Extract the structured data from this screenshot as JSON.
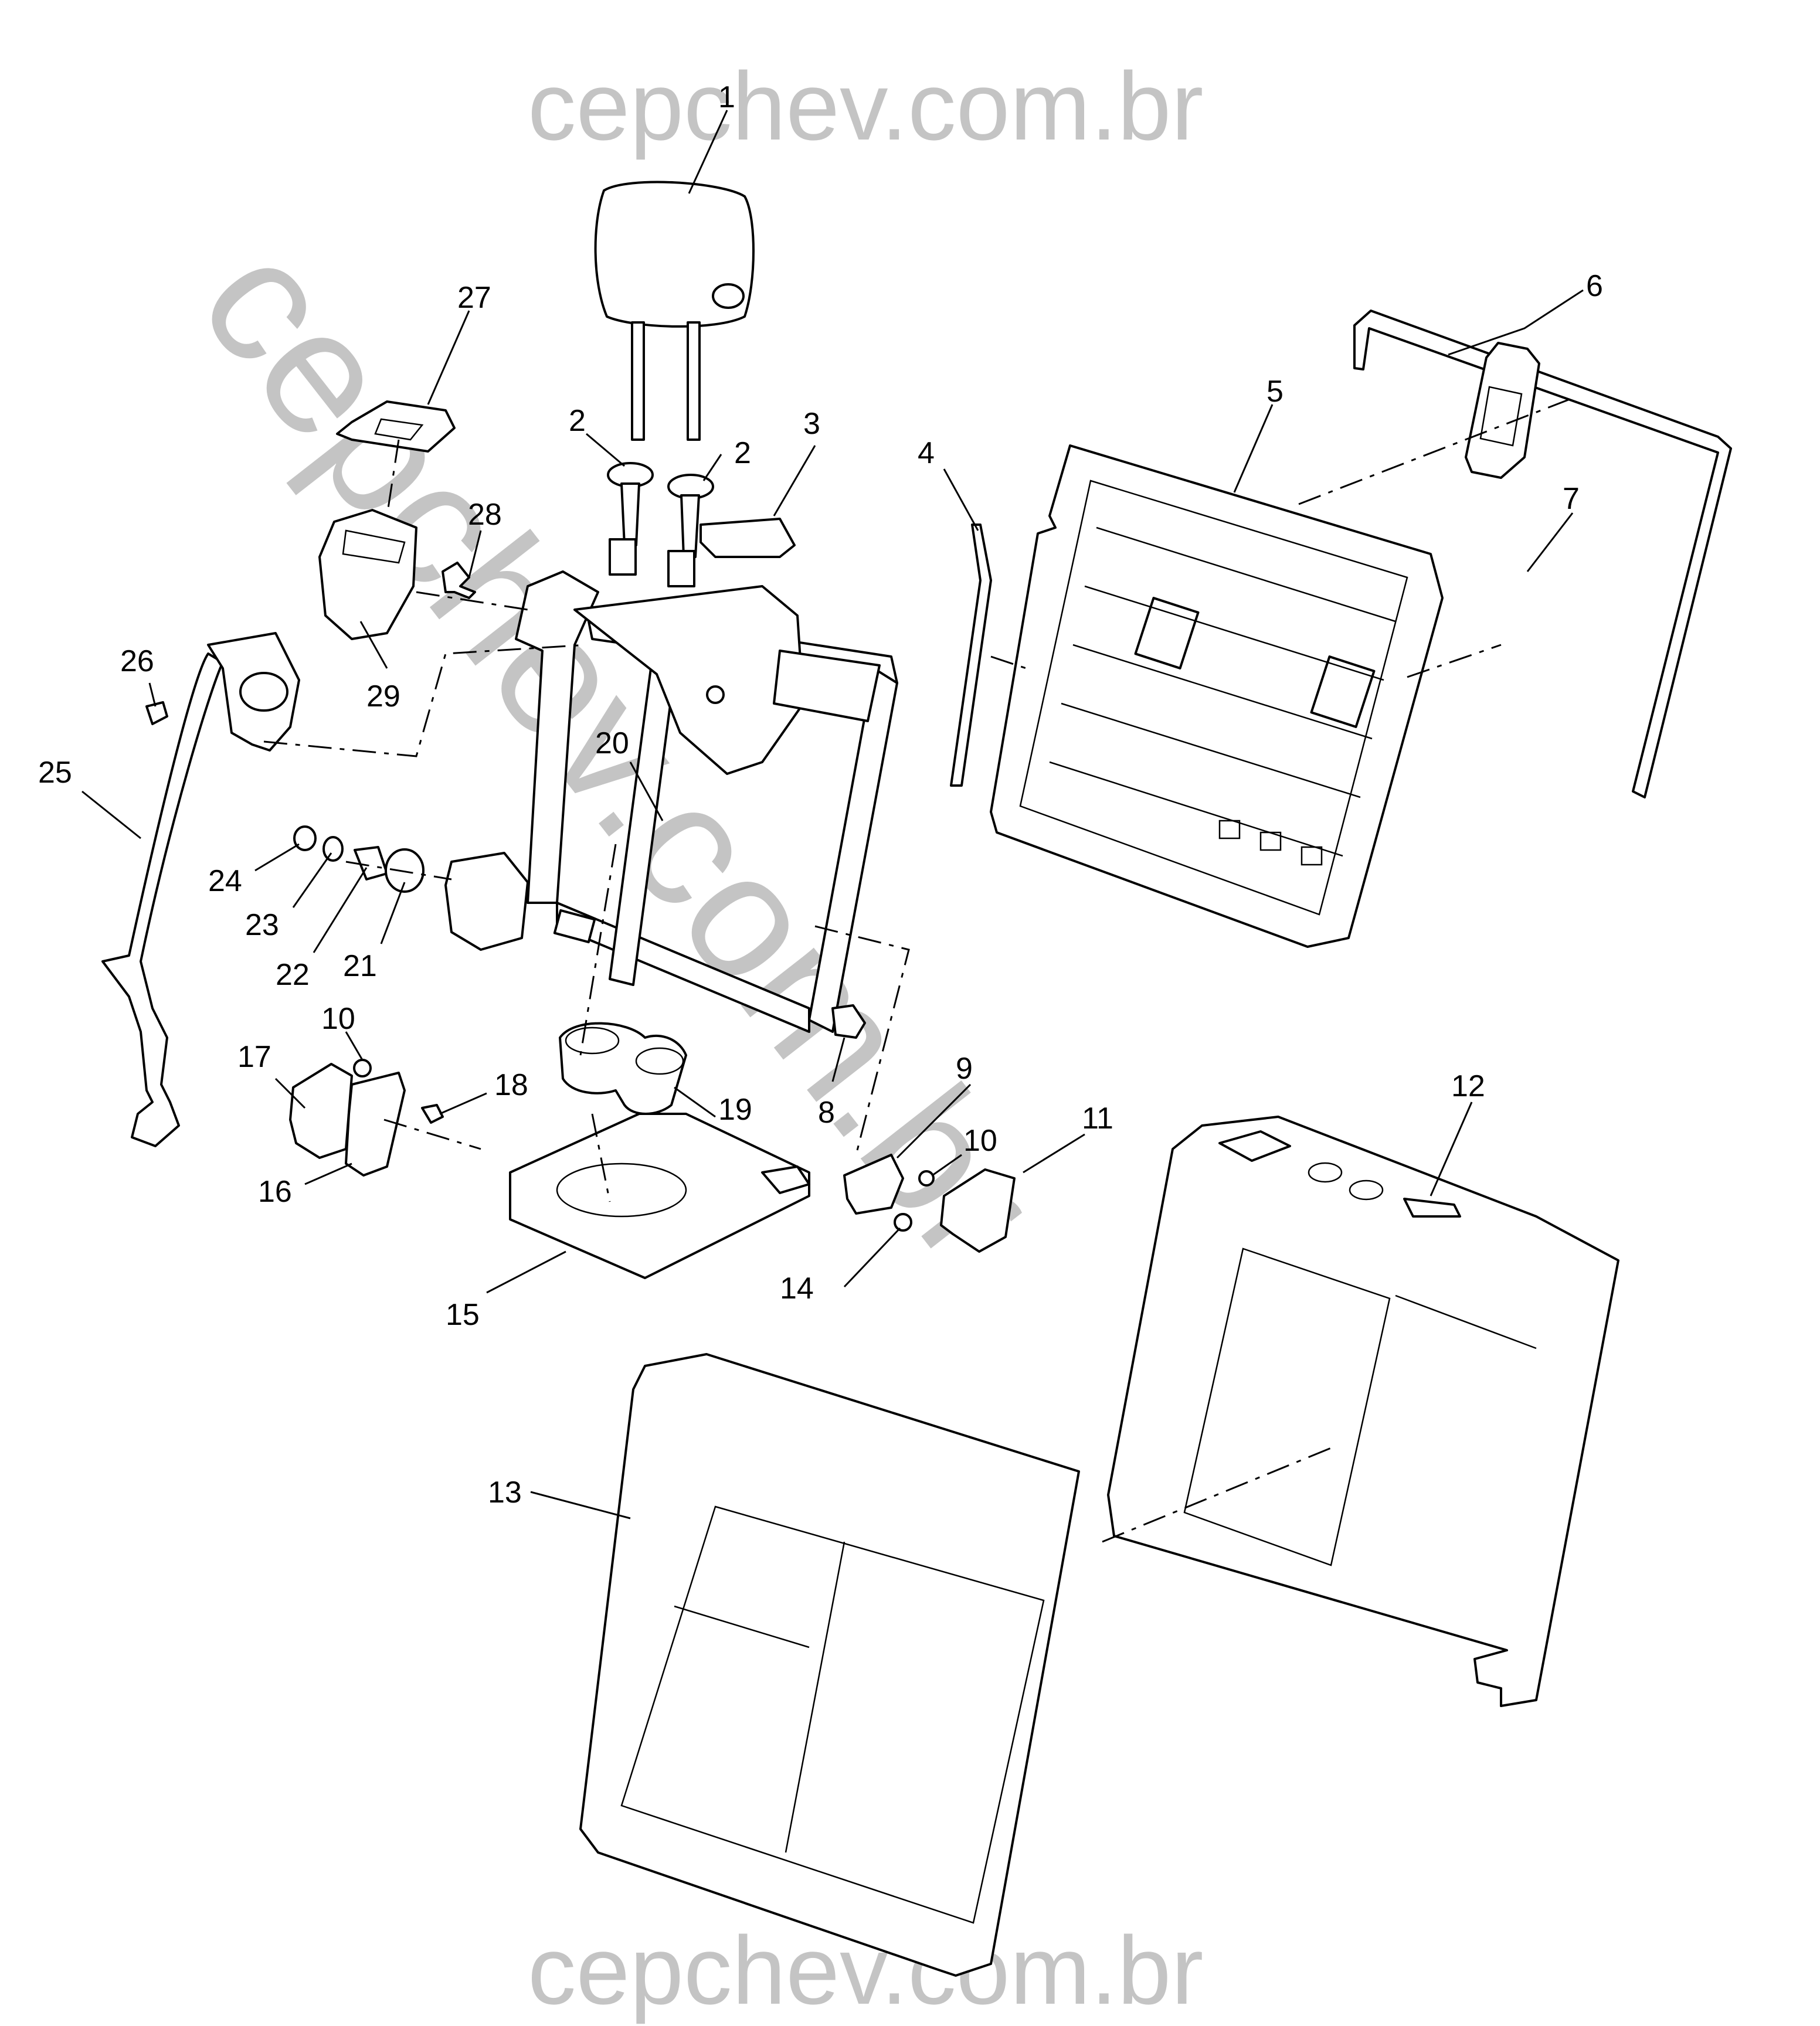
{
  "watermark": {
    "top": "cepchev.com.br",
    "bottom": "cepchev.com.br",
    "diagonal": "cepchev.com.br",
    "color": "#c4c4c4"
  },
  "callouts": {
    "c1": "1",
    "c2a": "2",
    "c2b": "2",
    "c3": "3",
    "c4": "4",
    "c5": "5",
    "c6": "6",
    "c7": "7",
    "c8": "8",
    "c9": "9",
    "c10a": "10",
    "c10b": "10",
    "c11": "11",
    "c12": "12",
    "c13": "13",
    "c14": "14",
    "c15": "15",
    "c16": "16",
    "c17": "17",
    "c18": "18",
    "c19": "19",
    "c20": "20",
    "c21": "21",
    "c22": "22",
    "c23": "23",
    "c24": "24",
    "c25": "25",
    "c26": "26",
    "c27": "27",
    "c28": "28",
    "c29": "29"
  }
}
